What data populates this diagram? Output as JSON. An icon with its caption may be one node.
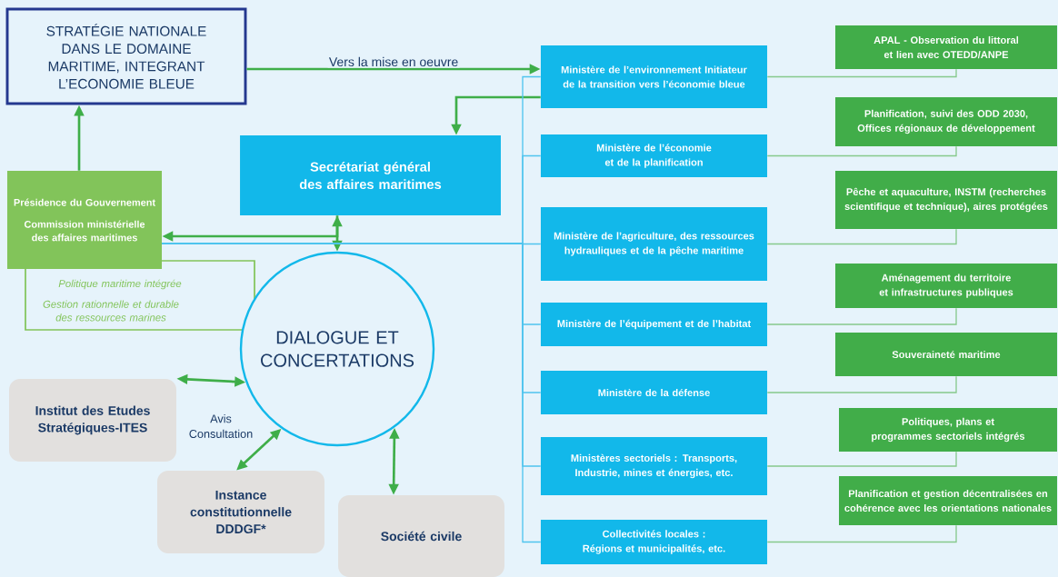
{
  "diagram": {
    "nodes": [
      {
        "text": [
          "STRATÉGIE NATIONALE DANS LE DOMAINE MARITIME, INTEGRANT L’ECONOMIE BLEUE"
        ]
      },
      {
        "text": [
          "Présidence du Gouvernement",
          "Commission ministérielle des affaires maritimes"
        ],
        "beside": [
          "Politique maritime intégrée",
          "Gestion rationnelle et durable des ressources marines"
        ]
      },
      {
        "text": [
          "Secrétariat général des affaires maritimes"
        ]
      },
      {
        "text": [
          "DIALOGUE ET CONCERTATIONS"
        ]
      },
      {
        "text": [
          "Institut des Etudes Stratégiques-ITES"
        ]
      },
      {
        "text": [
          "Instance constitutionnelle DDDGF*"
        ]
      },
      {
        "text": [
          "Société civile"
        ]
      },
      {
        "text": [
          "Ministère de l’environnement Initiateur de la transition vers l’économie bleue"
        ]
      },
      {
        "text": [
          "Ministère de l’économie et de la planification"
        ]
      },
      {
        "text": [
          "Ministère de l’agriculture, des ressources hydrauliques et de la pêche maritime"
        ]
      },
      {
        "text": [
          "Ministère de  l’équipement et de l’habitat"
        ]
      },
      {
        "text": [
          "Ministère de la défense"
        ]
      },
      {
        "text": [
          "Ministères sectoriels : Transports, Industrie, mines et énergies, etc."
        ]
      },
      {
        "text": [
          "Collectivités locales : Régions et municipalités, etc."
        ]
      },
      {
        "text": [
          "APAL - Observation du littoral et lien avec OTEDD/ANPE"
        ]
      },
      {
        "text": [
          "Planification, suivi des ODD 2030, Offices régionaux de développement"
        ]
      },
      {
        "text": [
          "Pêche et aquaculture, INSTM (recherches scientifique et technique), aires protégées"
        ]
      },
      {
        "text": [
          "Aménagement du territoire et infrastructures publiques"
        ]
      },
      {
        "text": [
          "Souveraineté maritime"
        ]
      },
      {
        "text": [
          "Politiques, plans et programmes sectoriels intégrés"
        ]
      },
      {
        "text": [
          "Planification et gestion décentralisées en cohérence avec les orientations nationales"
        ]
      }
    ],
    "edges": [
      {
        "from": 0,
        "to": 7,
        "arrow": "to",
        "label": "Vers la mise en oeuvre"
      },
      {
        "from": 7,
        "to": 2,
        "arrow": "to"
      },
      {
        "from": 1,
        "to": 0,
        "arrow": "to"
      },
      {
        "from": 2,
        "to": 3,
        "arrow": "both"
      },
      {
        "from": 2,
        "to": 1,
        "arrow": "to"
      },
      {
        "from": 4,
        "to": 3,
        "arrow": "both"
      },
      {
        "from": 5,
        "to": 3,
        "arrow": "both"
      },
      {
        "from": 6,
        "to": 3,
        "arrow": "both"
      },
      {
        "from": 1,
        "to": 7,
        "arrow": "none",
        "color": "#4fc4ee"
      },
      {
        "from": 1,
        "to": 8,
        "arrow": "none",
        "color": "#4fc4ee"
      },
      {
        "from": 1,
        "to": 9,
        "arrow": "none",
        "color": "#4fc4ee"
      },
      {
        "from": 1,
        "to": 10,
        "arrow": "none",
        "color": "#4fc4ee"
      },
      {
        "from": 1,
        "to": 11,
        "arrow": "none",
        "color": "#4fc4ee"
      },
      {
        "from": 1,
        "to": 12,
        "arrow": "none",
        "color": "#4fc4ee"
      },
      {
        "from": 1,
        "to": 13,
        "arrow": "none",
        "color": "#4fc4ee"
      },
      {
        "from": 7,
        "to": 14,
        "arrow": "none",
        "color": "#86c98c"
      },
      {
        "from": 8,
        "to": 15,
        "arrow": "none",
        "color": "#86c98c"
      },
      {
        "from": 9,
        "to": 16,
        "arrow": "none",
        "color": "#86c98c"
      },
      {
        "from": 10,
        "to": 17,
        "arrow": "none",
        "color": "#86c98c"
      },
      {
        "from": 11,
        "to": 18,
        "arrow": "none",
        "color": "#86c98c"
      },
      {
        "from": 12,
        "to": 19,
        "arrow": "none",
        "color": "#86c98c"
      },
      {
        "from": 13,
        "to": 20,
        "arrow": "none",
        "color": "#86c98c"
      }
    ],
    "labels": [
      "Avis Consultation"
    ]
  }
}
